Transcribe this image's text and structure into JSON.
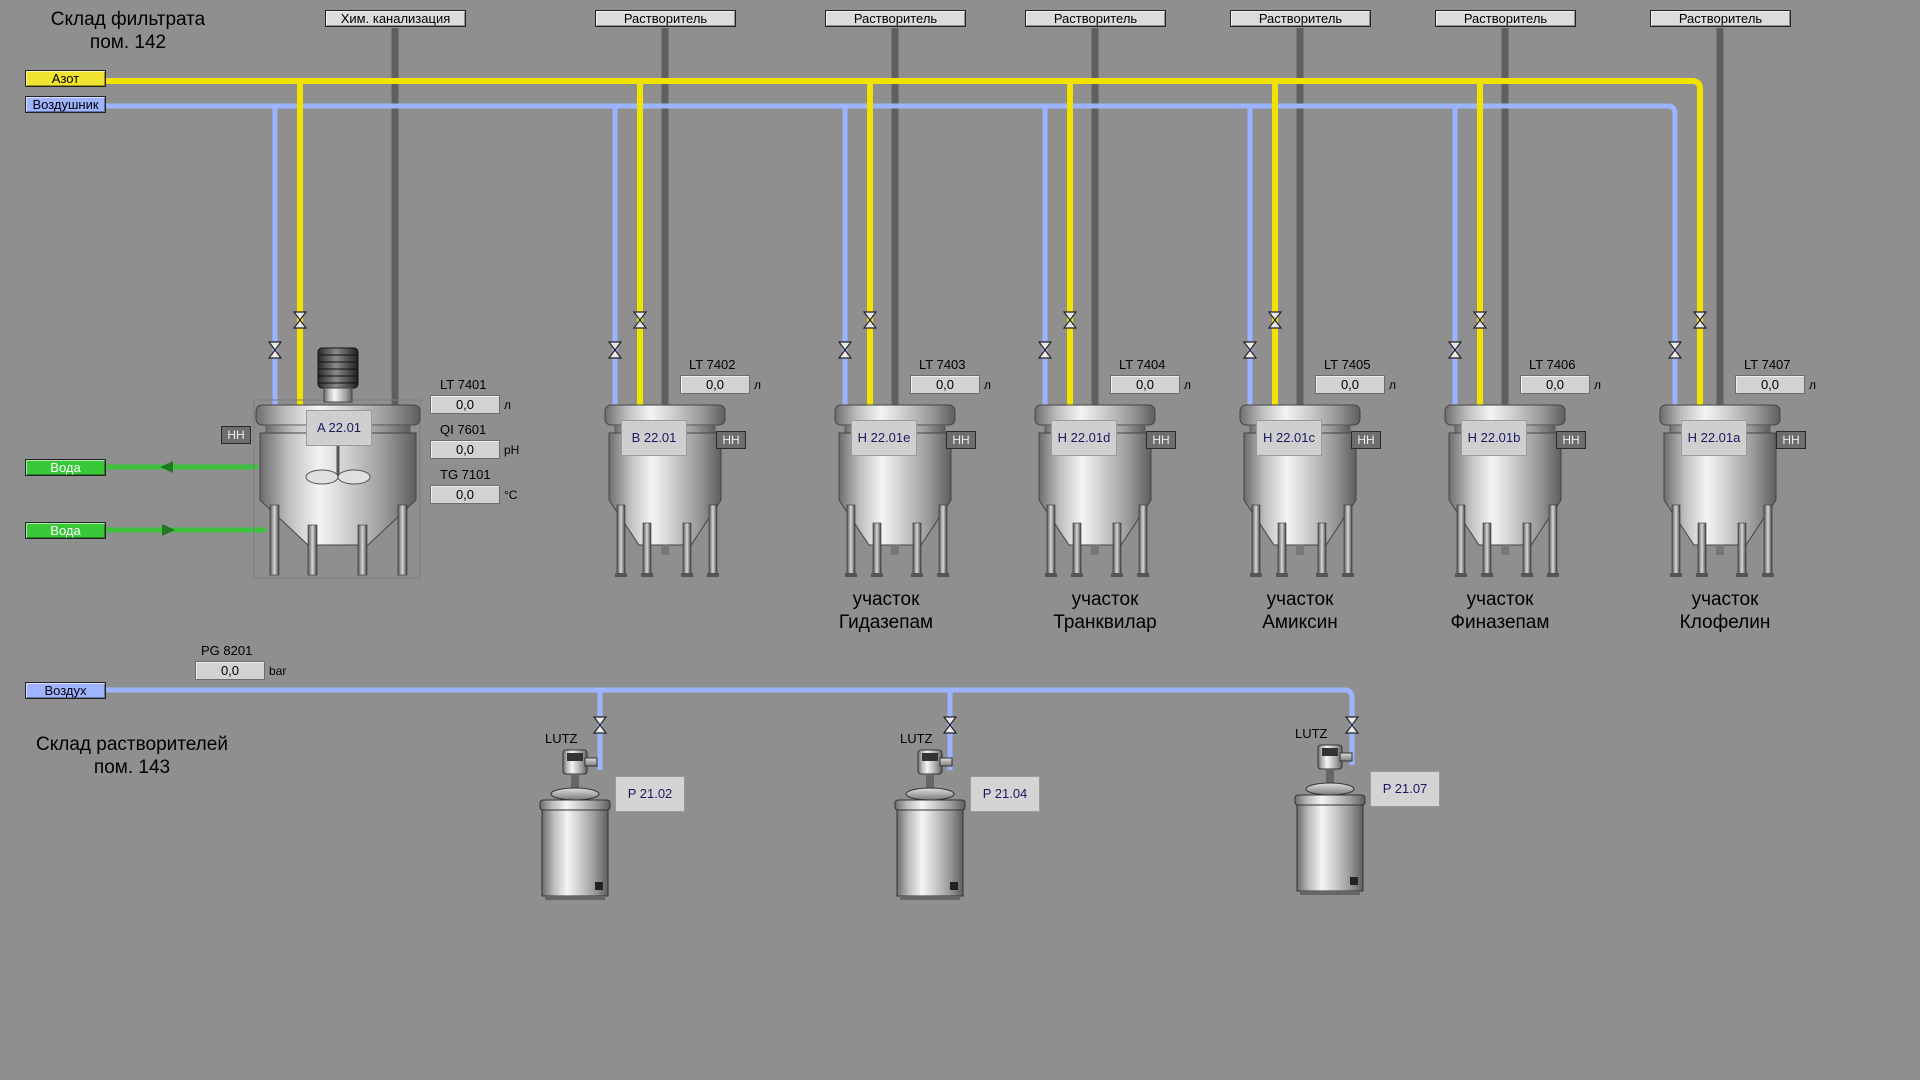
{
  "titles": {
    "filtrate_line1": "Склад фильтрата",
    "filtrate_line2": "пом. 142",
    "solvent_line1": "Склад растворителей",
    "solvent_line2": "пом. 143"
  },
  "sources": {
    "nitrogen": "Азот",
    "vent": "Воздушник",
    "water_out": "Вода",
    "water_in": "Вода",
    "air": "Воздух"
  },
  "destinations": {
    "chem_sewer": "Хим. канализация",
    "solvent": "Растворитель"
  },
  "reactor_a": {
    "name": "A 22.01",
    "hh": "HH",
    "lt_tag": "LT 7401",
    "lt_value": "0,0",
    "lt_unit": "л",
    "qi_tag": "QI 7601",
    "qi_value": "0,0",
    "qi_unit": "pH",
    "tg_tag": "TG 7101",
    "tg_value": "0,0",
    "tg_unit": "°C"
  },
  "tanks": [
    {
      "name": "B 22.01",
      "hh": "HH",
      "tag": "LT 7402",
      "value": "0,0",
      "unit": "л",
      "area1": "",
      "area2": ""
    },
    {
      "name": "H 22.01e",
      "hh": "HH",
      "tag": "LT 7403",
      "value": "0,0",
      "unit": "л",
      "area1": "участок",
      "area2": "Гидазепам"
    },
    {
      "name": "H 22.01d",
      "hh": "HH",
      "tag": "LT 7404",
      "value": "0,0",
      "unit": "л",
      "area1": "участок",
      "area2": "Транквилар"
    },
    {
      "name": "H 22.01c",
      "hh": "HH",
      "tag": "LT 7405",
      "value": "0,0",
      "unit": "л",
      "area1": "участок",
      "area2": "Амиксин"
    },
    {
      "name": "H 22.01b",
      "hh": "HH",
      "tag": "LT 7406",
      "value": "0,0",
      "unit": "л",
      "area1": "участок",
      "area2": "Финазепам"
    },
    {
      "name": "H 22.01a",
      "hh": "HH",
      "tag": "LT 7407",
      "value": "0,0",
      "unit": "л",
      "area1": "участок",
      "area2": "Клофелин"
    }
  ],
  "air_gauge": {
    "tag": "PG 8201",
    "value": "0,0",
    "unit": "bar"
  },
  "pumps": [
    {
      "lutz": "LUTZ",
      "name": "P 21.02"
    },
    {
      "lutz": "LUTZ",
      "name": "P 21.04"
    },
    {
      "lutz": "LUTZ",
      "name": "P 21.07"
    }
  ],
  "colors": {
    "background": "#8f8f8f",
    "nitrogen_pipe": "#f2e200",
    "vent_pipe": "#9ab4ff",
    "water_pipe": "#3ec23e",
    "drain_pipe": "#5f5f5f"
  }
}
